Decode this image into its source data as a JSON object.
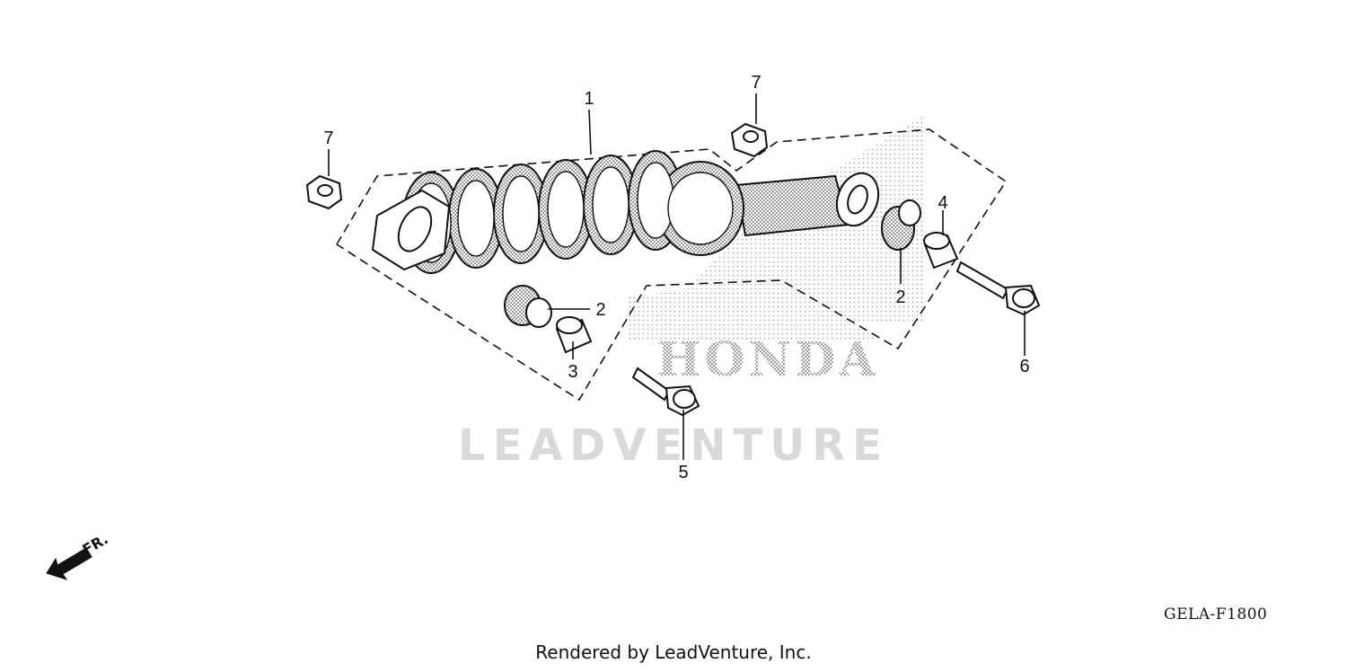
{
  "diagram": {
    "callouts": [
      "1",
      "2",
      "2",
      "3",
      "4",
      "5",
      "6",
      "7",
      "7"
    ],
    "logo_text": "HONDA",
    "watermark_text": "LEADVENTURE",
    "direction_label": "FR.",
    "diagram_code": "GELA-F1800"
  },
  "footer": {
    "credit": "Rendered by LeadVenture, Inc."
  },
  "colors": {
    "line": "#111111",
    "watermark": "#d9d9d9",
    "background": "#ffffff"
  }
}
